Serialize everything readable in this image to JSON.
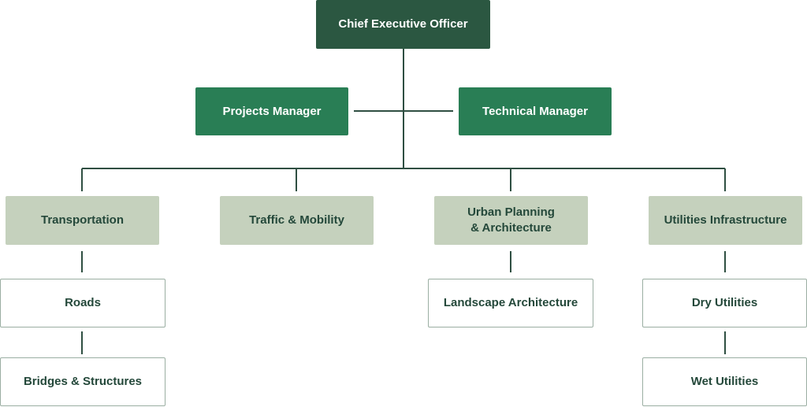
{
  "colors": {
    "executive": "#2b5741",
    "manager": "#297e55",
    "department": "#c5d1bd",
    "unit_border": "#9aaea2",
    "connector": "#2f4f42"
  },
  "executive": {
    "label": "Chief Executive Officer"
  },
  "managers": [
    {
      "label": "Projects Manager"
    },
    {
      "label": "Technical Manager"
    }
  ],
  "departments": [
    {
      "label": "Transportation"
    },
    {
      "label": "Traffic & Mobility"
    },
    {
      "label_line1": "Urban Planning",
      "label_line2": "& Architecture"
    },
    {
      "label": "Utilities Infrastructure"
    }
  ],
  "units": {
    "transportation": [
      {
        "label": "Roads"
      },
      {
        "label": "Bridges & Structures"
      }
    ],
    "urban_planning": [
      {
        "label": "Landscape Architecture"
      }
    ],
    "utilities": [
      {
        "label": "Dry Utilities"
      },
      {
        "label": "Wet Utilities"
      }
    ]
  }
}
